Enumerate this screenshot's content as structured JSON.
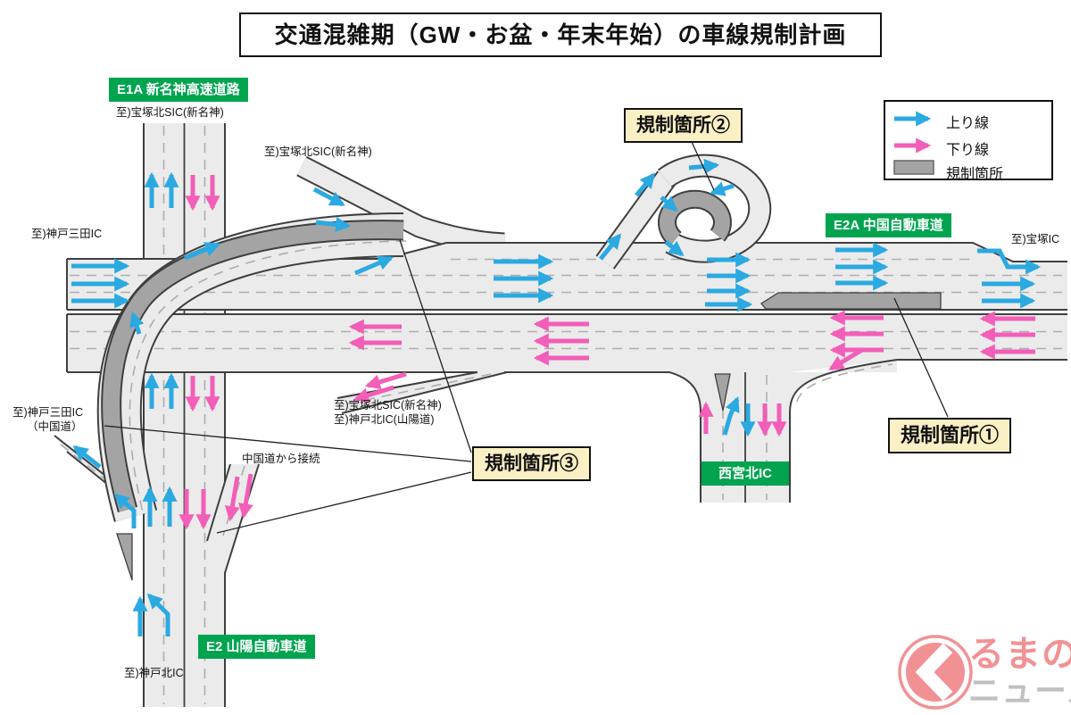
{
  "title": "交通混雑期（GW・お盆・年末年始）の車線規制計画",
  "legend": {
    "up_label": "上り線",
    "down_label": "下り線",
    "restricted_label": "規制箇所",
    "up_color": "#2BA9E1",
    "down_color": "#F25EB8",
    "restricted_color": "#A4A4A4"
  },
  "badges": {
    "e1a": "E1A 新名神高速道路",
    "e2a": "E2A 中国自動車道",
    "nishinomiya_kita_ic": "西宮北IC",
    "e2": "E2 山陽自動車道",
    "badge_color": "#00A44F"
  },
  "labels": {
    "takarazuka_kita_top": "至)宝塚北SIC(新名神)",
    "takarazuka_kita_branch": "至)宝塚北SIC(新名神)",
    "kobe_sanda": "至)神戸三田IC",
    "takarazuka_ic": "至)宝塚IC",
    "kobe_sanda_chugoku_1": "至)神戸三田IC",
    "kobe_sanda_chugoku_2": "（中国道）",
    "exit_ramp_1": "至)宝塚北SIC(新名神)",
    "exit_ramp_2": "至)神戸北IC(山陽道)",
    "chugoku_connect": "中国道から接続",
    "kobe_kita": "至)神戸北IC"
  },
  "regulation_boxes": {
    "no1": "規制箇所①",
    "no2": "規制箇所②",
    "no3": "規制箇所③",
    "bg_color": "#FBF0C4"
  },
  "watermark": {
    "mark": "く",
    "text_red": "るまの",
    "text_gray": "ニュース"
  }
}
